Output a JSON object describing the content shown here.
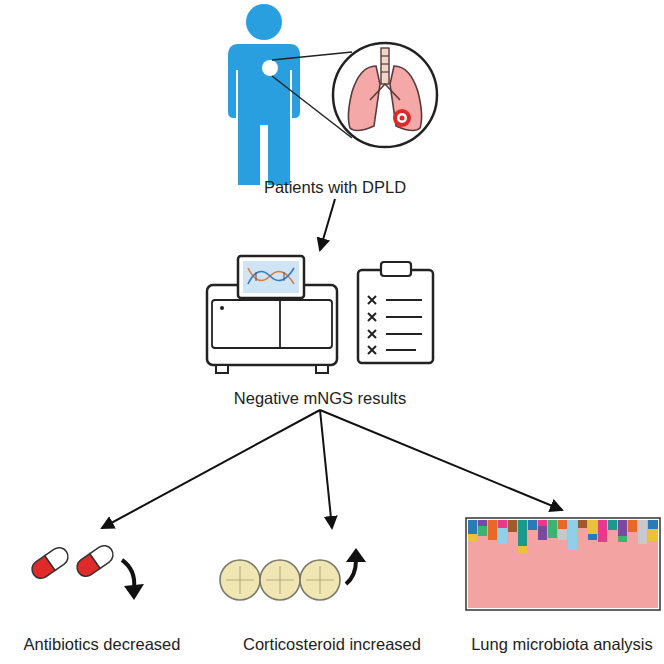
{
  "diagram": {
    "nodes": [
      {
        "text": [
          "Patients with DPLD"
        ]
      },
      {
        "text": [
          "Negative mNGS results"
        ]
      },
      {
        "text": [
          "Antibiotics decreased"
        ]
      },
      {
        "text": [
          "Corticosteroid increased"
        ]
      },
      {
        "text": [
          "Lung microbiota analysis"
        ]
      }
    ],
    "edges": [
      {
        "from": 0,
        "to": 1,
        "arrow": "to"
      },
      {
        "from": 1,
        "to": 2,
        "arrow": "to"
      },
      {
        "from": 1,
        "to": 3,
        "arrow": "to"
      },
      {
        "from": 1,
        "to": 4,
        "arrow": "to"
      }
    ]
  }
}
